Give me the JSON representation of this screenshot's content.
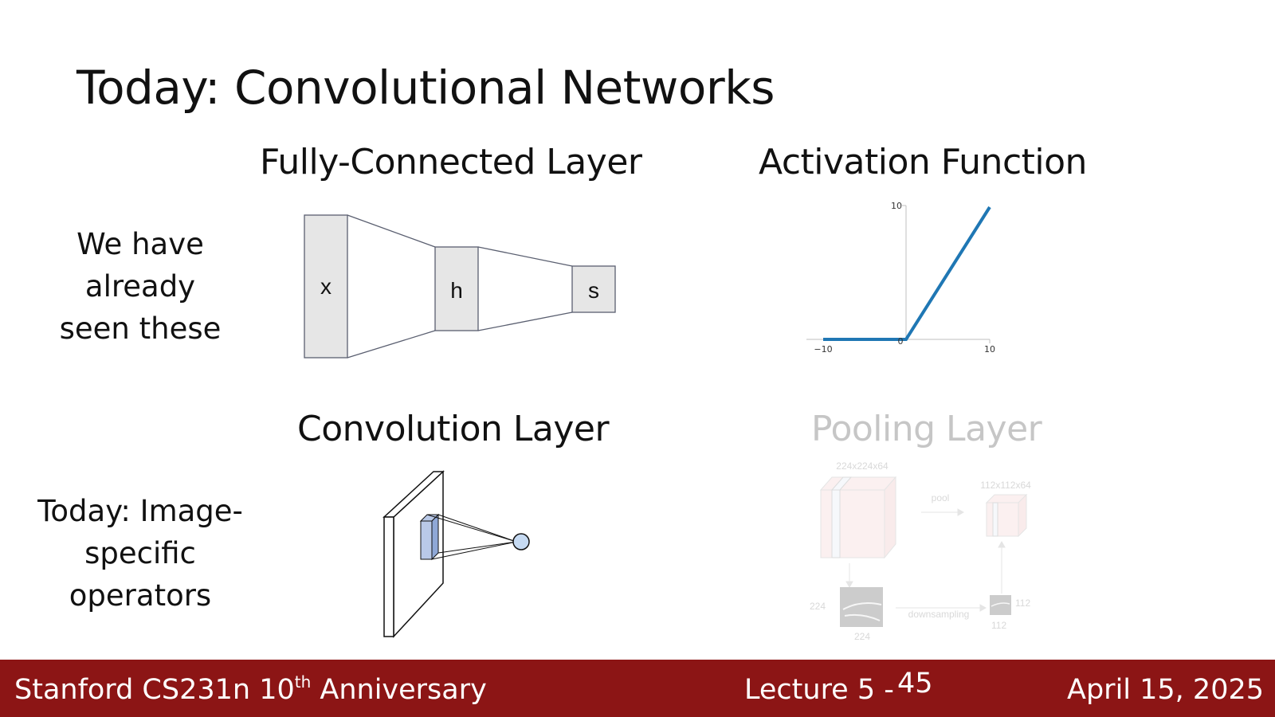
{
  "slide": {
    "title": "Today: Convolutional Networks",
    "sections": {
      "fully_connected": "Fully-Connected Layer",
      "activation": "Activation Function",
      "convolution": "Convolution Layer",
      "pooling": "Pooling Layer"
    },
    "side_notes": {
      "seen": [
        "We have",
        "already",
        "seen these"
      ],
      "today": [
        "Today: Image-",
        "specific",
        "operators"
      ]
    },
    "fc_diagram": {
      "nodes": [
        "x",
        "h",
        "s"
      ]
    },
    "relu_plot": {
      "y_tick": "10",
      "x_ticks": [
        "−10",
        "0",
        "10"
      ],
      "line_color": "#1f77b4"
    },
    "pool_diagram": {
      "input_size": "224x224x64",
      "output_size": "112x112x64",
      "pool_label": "pool",
      "downsampling_label": "downsampling",
      "in_dim_left": "224",
      "in_dim_bottom": "224",
      "out_dim_right": "112",
      "out_dim_bottom": "112"
    }
  },
  "footer": {
    "course": "Stanford CS231n 10",
    "course_sup": "th",
    "course_suffix": " Anniversary",
    "lecture": "Lecture 5 -",
    "page": "45",
    "date": "April 15, 2025",
    "color": "#8c1515"
  }
}
